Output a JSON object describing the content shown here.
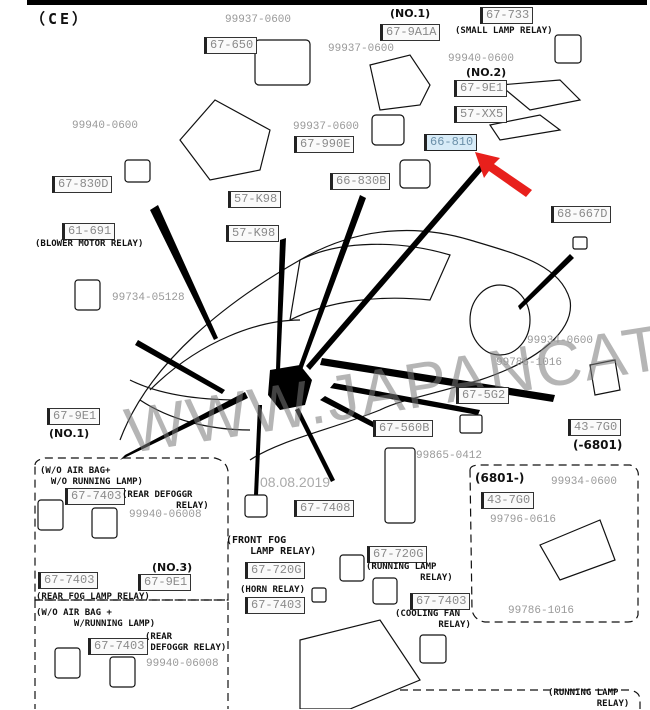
{
  "diagram": {
    "title": "（CE）",
    "watermark": "WWW.JAPANCATS.RU",
    "date_stamp": "08.08.2019",
    "highlight_color": "#d7ebf7",
    "arrow_color": "#e8201c",
    "parts": {
      "p_99937_a": "99937-0600",
      "p_67_650": "67-650",
      "p_no1_top": "(NO.1)",
      "p_67_9a1a": "67-9A1A",
      "p_67_733": "67-733",
      "p_small_lamp": "(SMALL LAMP RELAY)",
      "p_99937_b": "99937-0600",
      "p_99940_a": "99940-0600",
      "p_no2": "(NO.2)",
      "p_67_9e1_a": "67-9E1",
      "p_57_xx5": "57-XX5",
      "p_99940_b": "99940-0600",
      "p_99937_c": "99937-0600",
      "p_67_990e": "67-990E",
      "p_66_810": "66-810",
      "p_67_830d": "67-830D",
      "p_66_830b": "66-830B",
      "p_57_k98_a": "57-K98",
      "p_57_k98_b": "57-K98",
      "p_68_667d": "68-667D",
      "p_61_691": "61-691",
      "p_blower": "(BLOWER MOTOR RELAY)",
      "p_99734": "99734-05128",
      "p_99934_a": "99934-0600",
      "p_99786_a": "99786-1016",
      "p_67_9e1_b": "67-9E1",
      "p_no1_left": "(NO.1)",
      "p_67_5g2": "67-5G2",
      "p_67_560b": "67-560B",
      "p_43_7g0_a": "43-7G0",
      "p_minus6801": "(-6801)",
      "p_99865": "99865-0412",
      "p_6801plus": "(6801-)",
      "p_99934_b": "99934-0600",
      "p_43_7g0_b": "43-7G0",
      "p_99796": "99796-0616",
      "p_99786_b": "99786-1016",
      "p_wo_airbag_1": "(W/O AIR BAG+\n  W/O RUNNING LAMP)",
      "p_67_7403_a": "67-7403",
      "p_rear_defog_1": "(REAR DEFOGGR\n          RELAY)",
      "p_99940_c": "99940-06008",
      "p_67_7408": "67-7408",
      "p_front_fog": "(FRONT FOG\n    LAMP RELAY)",
      "p_67_7403_b": "67-7403",
      "p_no3": "(NO.3)",
      "p_67_9e1_c": "67-9E1",
      "p_rear_fog": "(REAR FOG LAMP RELAY)",
      "p_67_720g_a": "67-720G",
      "p_67_720g_b": "67-720G",
      "p_running_1": "(RUNNING LAMP\n          RELAY)",
      "p_horn": "(HORN RELAY)",
      "p_67_7403_c": "67-7403",
      "p_67_7403_d": "67-7403",
      "p_cooling": "(COOLING FAN\n        RELAY)",
      "p_wo_airbag_2": "(W/O AIR BAG +\n       W/RUNNING LAMP)",
      "p_67_7403_e": "67-7403",
      "p_rear_defog_2": "(REAR\n DEFOGGR RELAY)",
      "p_99940_d": "99940-06008",
      "p_running_2": "(RUNNING LAMP\n         RELAY)"
    }
  }
}
